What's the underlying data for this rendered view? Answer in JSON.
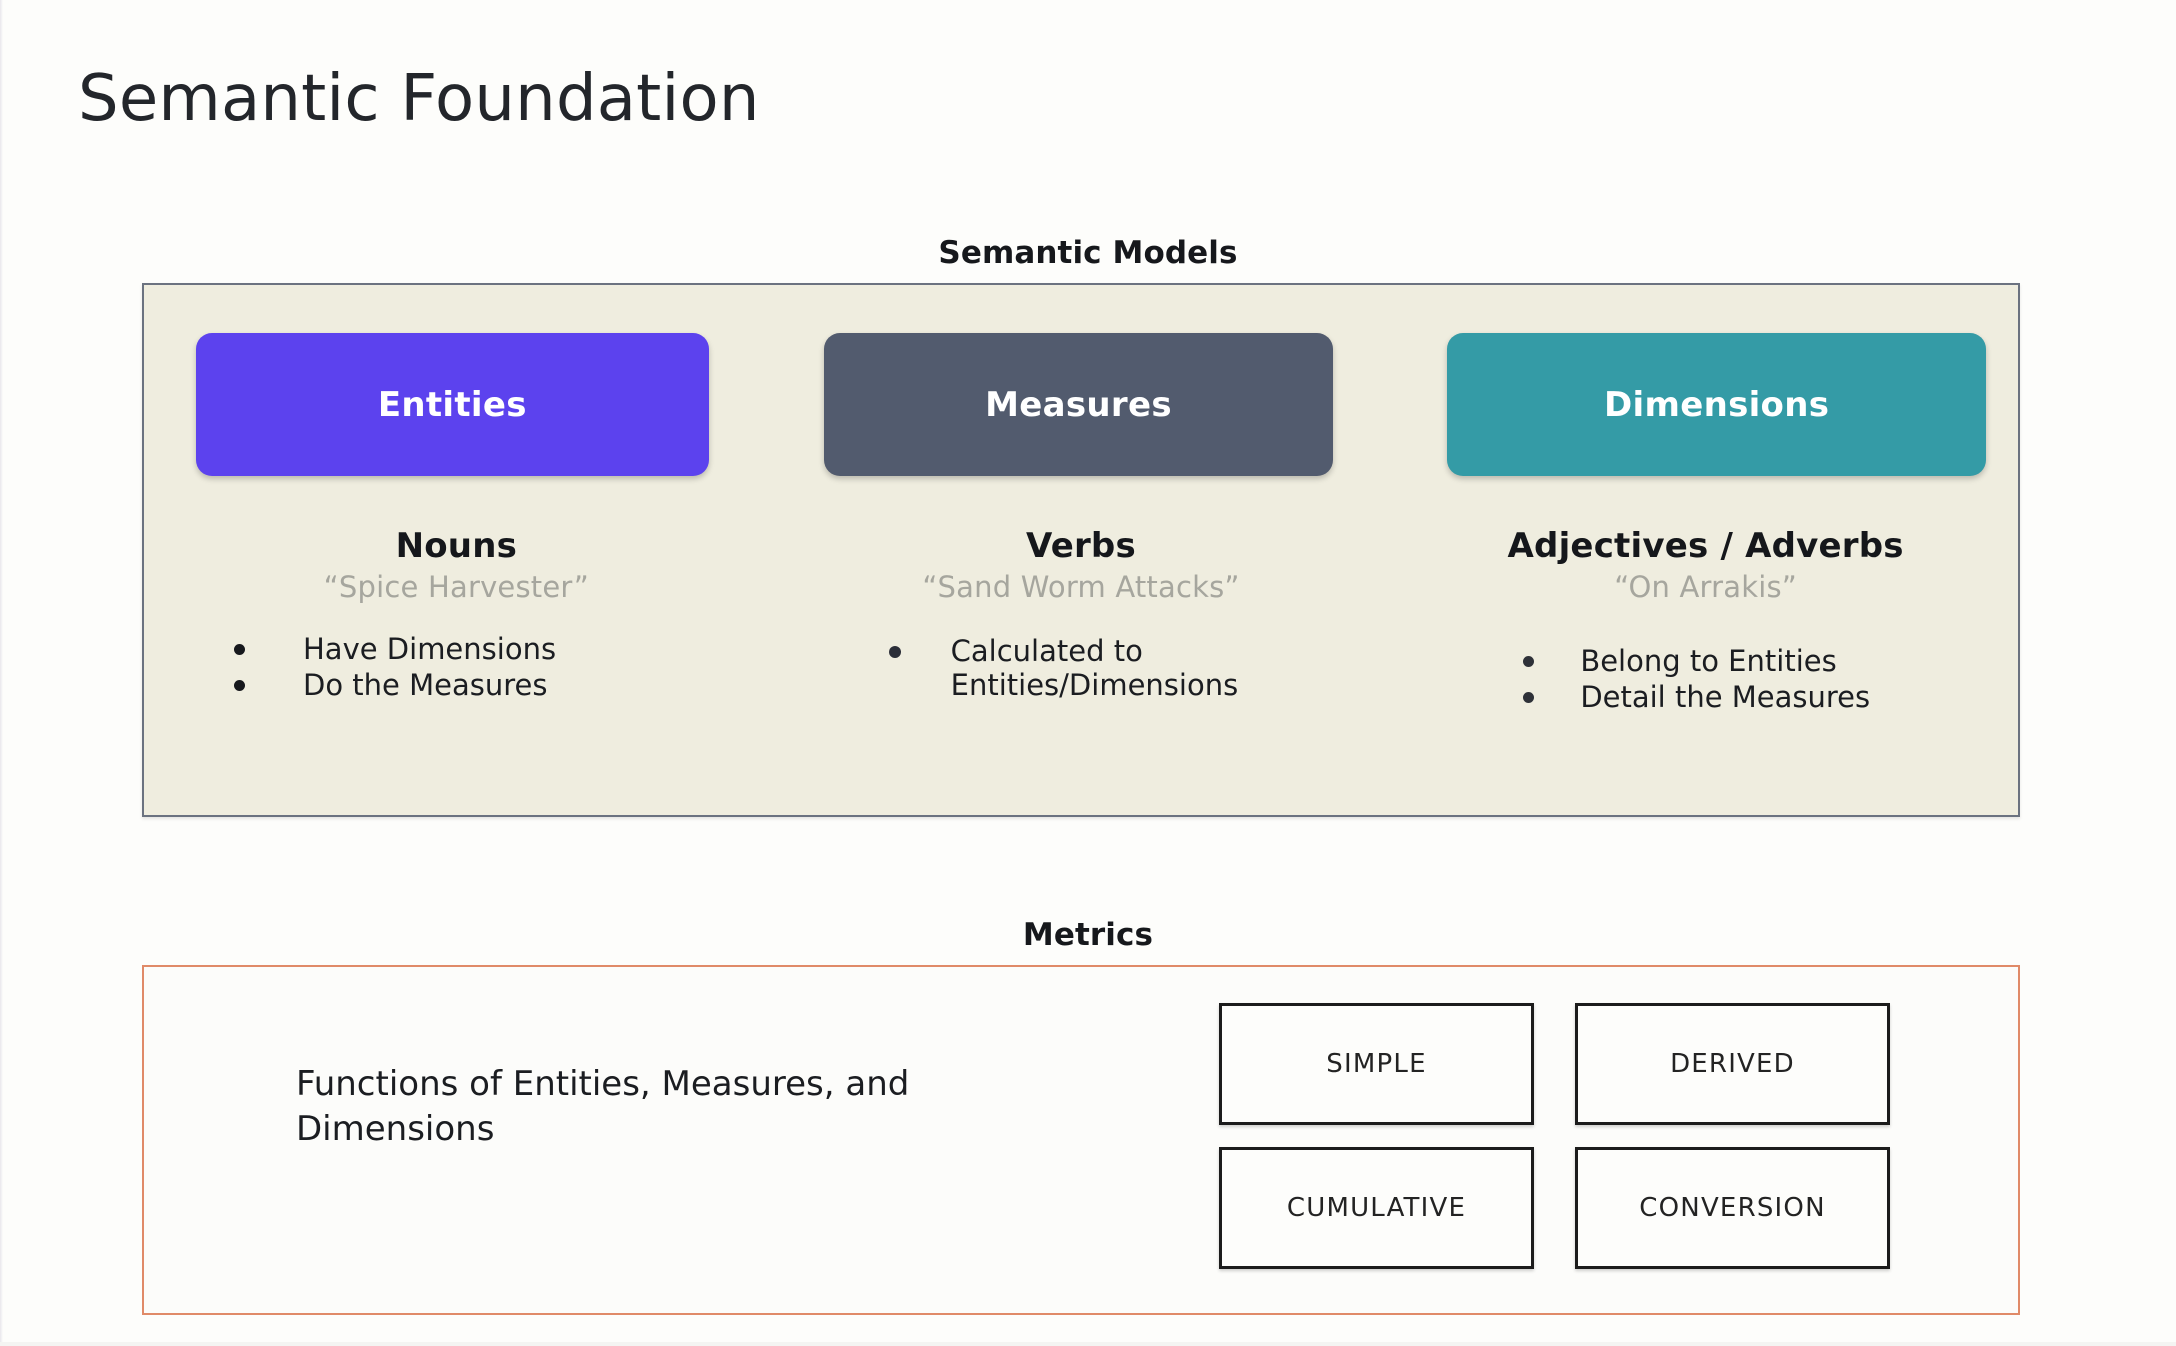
{
  "slide": {
    "title": "Semantic Foundation"
  },
  "semantic_models": {
    "caption": "Semantic Models",
    "columns": [
      {
        "chip_label": "Entities",
        "chip_color": "#5c42ee",
        "part_of_speech": "Nouns",
        "example": "“Spice Harvester”",
        "bullets": [
          "Have Dimensions",
          "Do the Measures"
        ]
      },
      {
        "chip_label": "Measures",
        "chip_color": "#525b6e",
        "part_of_speech": "Verbs",
        "example": "“Sand Worm Attacks”",
        "bullets": [
          "Calculated to Entities/Dimensions"
        ]
      },
      {
        "chip_label": "Dimensions",
        "chip_color": "#349ba6",
        "part_of_speech": "Adjectives / Adverbs",
        "example": "“On Arrakis”",
        "bullets": [
          "Belong to Entities",
          "Detail the Measures"
        ]
      }
    ]
  },
  "metrics": {
    "caption": "Metrics",
    "border_color": "#e08a68",
    "description": "Functions of Entities, Measures, and Dimensions",
    "types": [
      "SIMPLE",
      "DERIVED",
      "CUMULATIVE",
      "CONVERSION"
    ]
  }
}
